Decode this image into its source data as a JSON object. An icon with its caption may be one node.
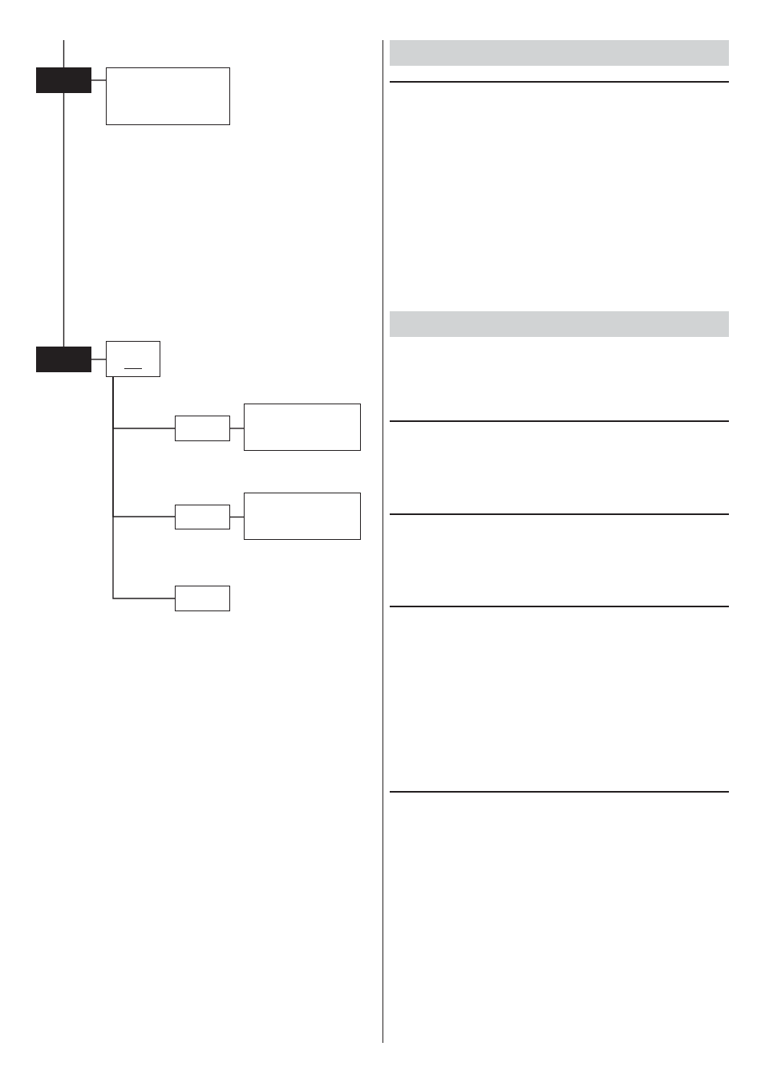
{
  "diagram": {
    "nodes": [
      {
        "text": [],
        "shape": "box"
      },
      {
        "text": [],
        "shape": "box"
      },
      {
        "text": [],
        "shape": "box"
      },
      {
        "text": [],
        "shape": "box"
      },
      {
        "text": [],
        "shape": "box"
      },
      {
        "text": [],
        "shape": "box"
      },
      {
        "text": [],
        "shape": "box"
      },
      {
        "text": [],
        "shape": "box"
      },
      {
        "text": [],
        "shape": "box"
      },
      {
        "text": [],
        "shape": "bar"
      },
      {
        "text": [],
        "shape": "bar"
      }
    ],
    "edges": [
      {
        "from": null,
        "to": 0,
        "arrow": "none"
      },
      {
        "from": 0,
        "to": 1,
        "arrow": "none"
      },
      {
        "from": 0,
        "to": 2,
        "arrow": "none"
      },
      {
        "from": 2,
        "to": 3,
        "arrow": "none"
      },
      {
        "from": 3,
        "to": 4,
        "arrow": "none"
      },
      {
        "from": 3,
        "to": 6,
        "arrow": "none"
      },
      {
        "from": 3,
        "to": 8,
        "arrow": "none"
      },
      {
        "from": 4,
        "to": 5,
        "arrow": "none"
      },
      {
        "from": 6,
        "to": 7,
        "arrow": "none"
      }
    ]
  }
}
